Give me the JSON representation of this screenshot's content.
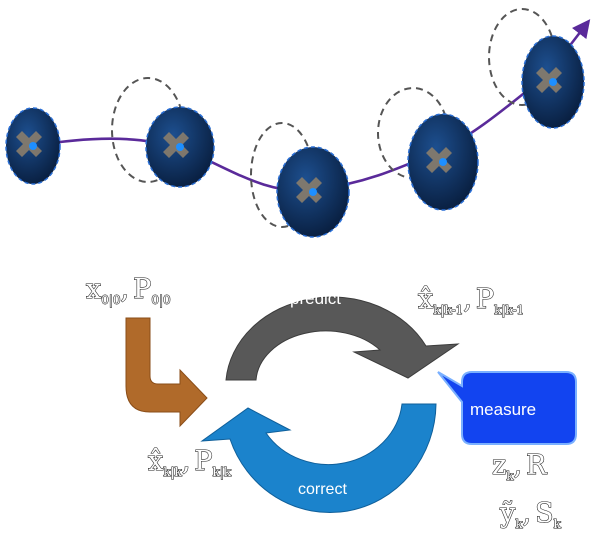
{
  "top_trajectory": {
    "steps": [
      {
        "id": "s0",
        "has_prior_ellipse": false
      },
      {
        "id": "s1",
        "has_prior_ellipse": true
      },
      {
        "id": "s2",
        "has_prior_ellipse": true
      },
      {
        "id": "s3",
        "has_prior_ellipse": true
      },
      {
        "id": "s4",
        "has_prior_ellipse": true
      }
    ],
    "colors": {
      "ellipse_fill": "#0d2f5c",
      "ellipse_edge": "#2a6fd6",
      "mean_dot": "#1e8fff",
      "track": "#5a2a9a",
      "cross": "#8a7d6b",
      "prior_dash": "#555555"
    }
  },
  "cycle": {
    "predict_label": "predict",
    "correct_label": "correct",
    "measure_label": "measure",
    "colors": {
      "predict": "#585858",
      "correct": "#1b83cc",
      "input": "#b06a2a",
      "measure_box": "#1244f0",
      "measure_edge": "#7ab0ff"
    }
  },
  "formulas": {
    "init": {
      "main1": "x",
      "sub1": "0|0",
      "sep": ",",
      "main2": "P",
      "sub2": "0|0"
    },
    "predicted": {
      "main1": "x̂",
      "sub1": "k|k-1",
      "sep": ",",
      "main2": "P",
      "sub2": "k|k-1"
    },
    "corrected": {
      "main1": "x̂",
      "sub1": "k|k",
      "sep": ",",
      "main2": "P",
      "sub2": "k|k"
    },
    "measurement": {
      "main1": "z",
      "sub1": "k",
      "sep": ",",
      "main2": "R"
    },
    "innovation": {
      "main1": "ỹ",
      "sub1": "k",
      "sep": ",",
      "main2": "S",
      "sub2": "k"
    }
  }
}
